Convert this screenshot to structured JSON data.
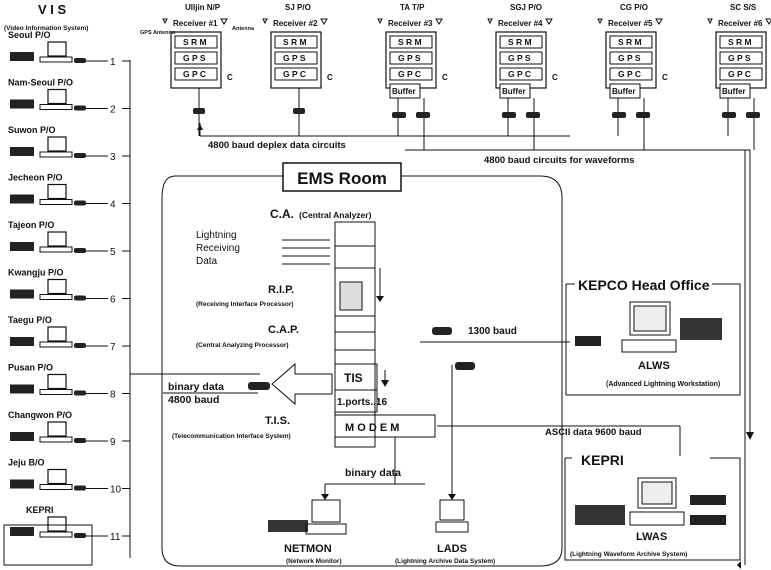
{
  "vis": {
    "title": "V I S",
    "subtitle": "(Video Information System)",
    "stations": [
      {
        "name": "Seoul P/O",
        "num": "1"
      },
      {
        "name": "Nam-Seoul P/O",
        "num": "2"
      },
      {
        "name": "Suwon P/O",
        "num": "3"
      },
      {
        "name": "Jecheon P/O",
        "num": "4"
      },
      {
        "name": "Tajeon P/O",
        "num": "5"
      },
      {
        "name": "Kwangju P/O",
        "num": "6"
      },
      {
        "name": "Taegu P/O",
        "num": "7"
      },
      {
        "name": "Pusan P/O",
        "num": "8"
      },
      {
        "name": "Changwon P/O",
        "num": "9"
      },
      {
        "name": "Jeju B/O",
        "num": "10"
      },
      {
        "name": "KEPRI",
        "num": "11"
      }
    ]
  },
  "receivers": [
    {
      "site": "Ulljin N/P",
      "label": "Receiver #1",
      "has_buffer": false
    },
    {
      "site": "SJ P/O",
      "label": "Receiver #2",
      "has_buffer": false
    },
    {
      "site": "TA T/P",
      "label": "Receiver #3",
      "has_buffer": true
    },
    {
      "site": "SGJ P/O",
      "label": "Receiver #4",
      "has_buffer": true
    },
    {
      "site": "CG P/O",
      "label": "Receiver #5",
      "has_buffer": true
    },
    {
      "site": "SC S/S",
      "label": "Receiver #6",
      "has_buffer": true
    }
  ],
  "receiver_box": {
    "row1": "S R M",
    "row2": "G P S",
    "row3": "G P C",
    "c": "C",
    "buffer": "Buffer"
  },
  "antennas": {
    "gps": "GPS Antenna",
    "other": "Antenna"
  },
  "links": {
    "duplex": "4800 baud deplex data circuits",
    "waveforms": "4800 baud circuits for waveforms",
    "baud1300": "1300 baud",
    "ascii": "ASCII data 9600 baud",
    "binary_left_1": "binary data",
    "binary_left_2": "4800 baud",
    "binary_bottom": "binary data"
  },
  "ems": {
    "title": "EMS Room",
    "ca_title": "C.A.",
    "ca_sub": "(Central Analyzer)",
    "lightning_1": "Lightning",
    "lightning_2": "Receiving",
    "lightning_3": "Data",
    "rip": "R.I.P.",
    "rip_sub": "(Receiving Interface Processor)",
    "cap": "C.A.P.",
    "cap_sub": "(Central Analyzing Processor)",
    "tis_box": "TIS",
    "ports": "1.ports..16",
    "modem": "M O D E M",
    "tis": "T.I.S.",
    "tis_sub": "(Telecommunication Interface System)"
  },
  "kepco": {
    "title": "KEPCO Head Office",
    "alws": "ALWS",
    "alws_sub": "(Advanced Lightning Workstation)"
  },
  "kepri": {
    "title": "KEPRI",
    "lwas": "LWAS",
    "lwas_sub": "(Lightning Waveform Archive System)"
  },
  "netmon": {
    "title": "NETMON",
    "sub": "(Network Monitor)"
  },
  "lads": {
    "title": "LADS",
    "sub": "(Lightning Archive Data System)"
  }
}
